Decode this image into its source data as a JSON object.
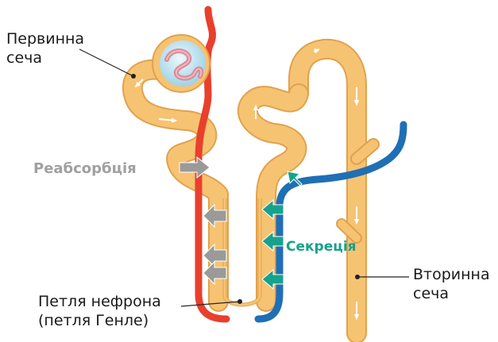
{
  "labels": {
    "primary_urine_line1": "Первинна",
    "primary_urine_line2": "сеча",
    "reabsorption": "Реабсорбція",
    "secretion": "Секреція",
    "secondary_urine_line1": "Вторинна",
    "secondary_urine_line2": "сеча",
    "loop_line1": "Петля нефрона",
    "loop_line2": "(петля Генле)"
  },
  "colors": {
    "tubule": "#f6c372",
    "tubule_outline": "#e0a24e",
    "artery": "#e8402c",
    "vein": "#1f6fb5",
    "reabsorption_arrow": "#9a9a9a",
    "secretion_arrow": "#17a28c",
    "reabsorption_text": "#a0a0a0",
    "secretion_text": "#17a28c"
  }
}
